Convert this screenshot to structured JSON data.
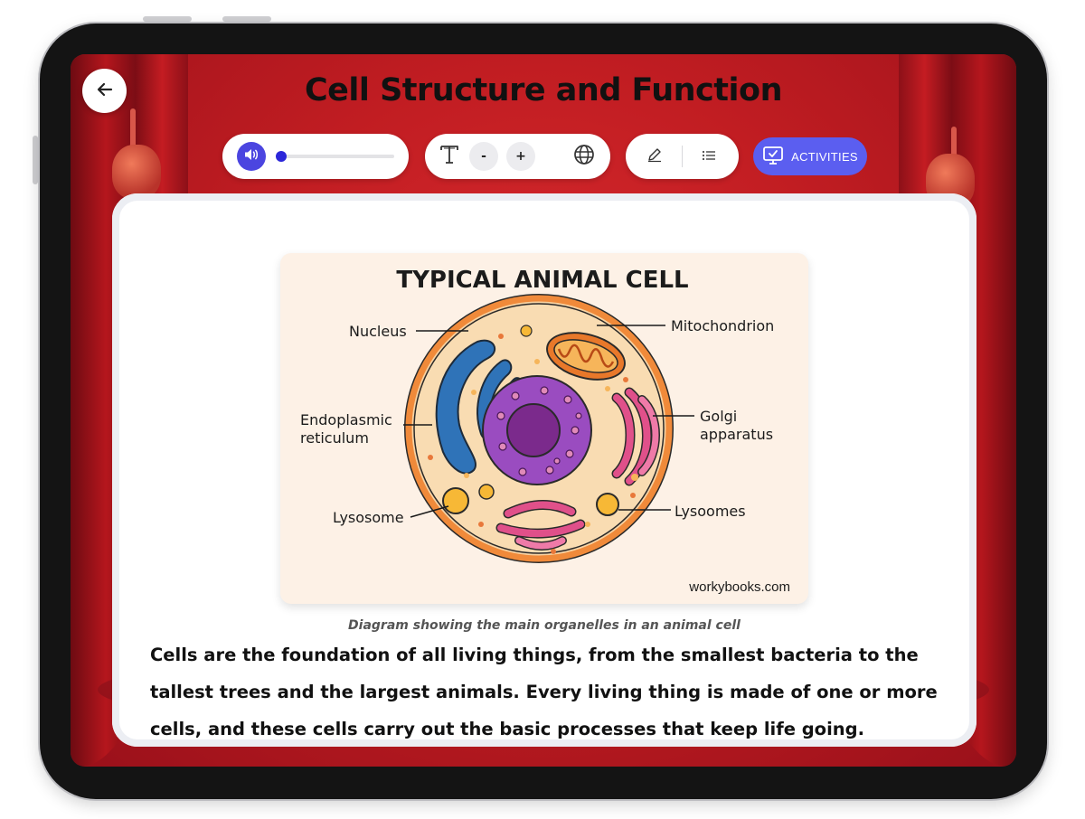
{
  "header": {
    "title": "Cell Structure and Function",
    "back_icon": "arrow-left-icon"
  },
  "toolbar": {
    "audio": {
      "icon": "speaker-icon",
      "progress": 0.02
    },
    "text_tools": {
      "font_icon": "text-size-icon",
      "decrease_label": "-",
      "increase_label": "+",
      "language_icon": "globe-icon"
    },
    "tools": {
      "highlight_icon": "pencil-icon",
      "toc_icon": "list-icon"
    },
    "activities_label": "ACTIVITIES",
    "activities_icon": "monitor-check-icon",
    "accent_color": "#5b5ef0"
  },
  "diagram": {
    "title": "TYPICAL ANIMAL CELL",
    "labels": {
      "nucleus": "Nucleus",
      "mitochondrion": "Mitochondrion",
      "er_line1": "Endoplasmic",
      "er_line2": "reticulum",
      "golgi_line1": "Golgi",
      "golgi_line2": "apparatus",
      "lysosome_left": "Lysosome",
      "lysosome_right": "Lysoomes"
    },
    "credit": "workybooks.com",
    "caption": "Diagram showing the main organelles in an animal cell"
  },
  "content": {
    "paragraph": "Cells are the foundation of all living things, from the smallest bacteria to the tallest trees and the largest animals. Every living thing is made of one or more cells, and these cells carry out the basic processes that keep life going. Biologists use"
  },
  "colors": {
    "background_red": "#c11d22",
    "card": "#ffffff",
    "cell_membrane": "#f08a3a",
    "nucleus": "#8c3ab0",
    "er": "#2f73b8",
    "golgi": "#e0508a",
    "mitochondrion": "#e8782a"
  }
}
